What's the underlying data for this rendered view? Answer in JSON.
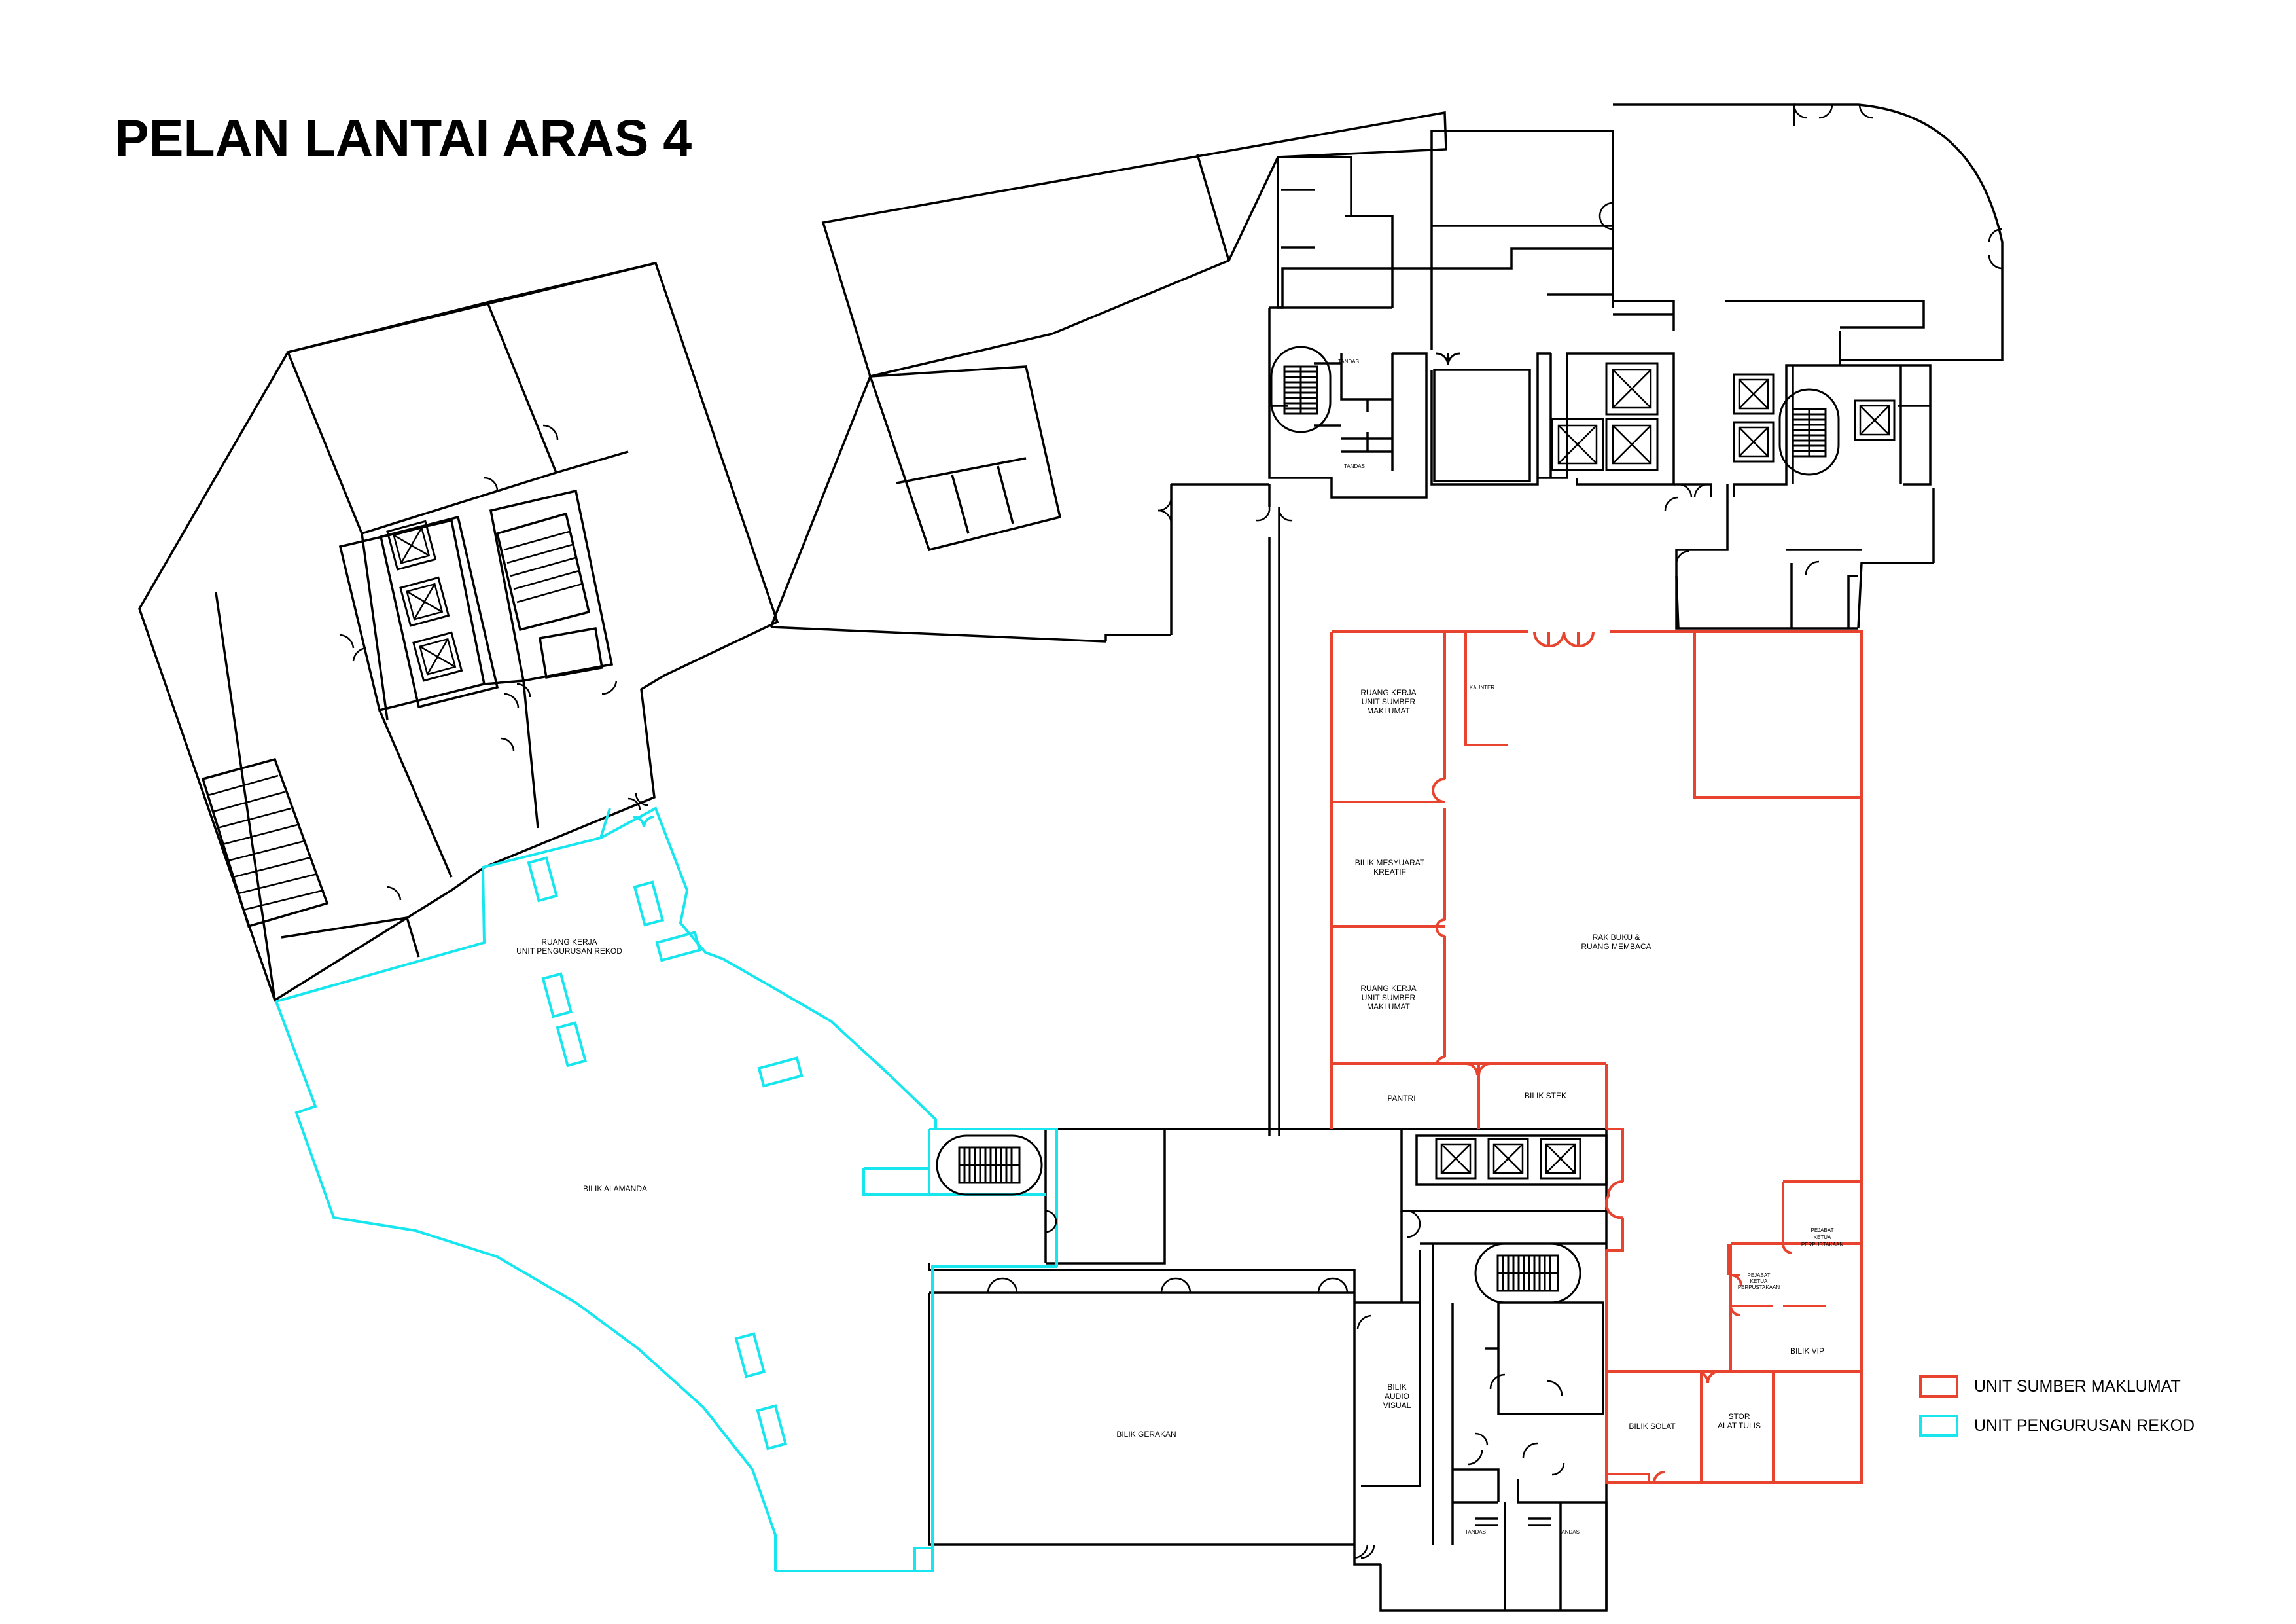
{
  "title": "PELAN LANTAI ARAS 4",
  "colors": {
    "wall": "#000000",
    "unit_sumber_maklumat": "#e8432e",
    "unit_pengurusan_rekod": "#18e6ef",
    "background": "#ffffff"
  },
  "rooms": {
    "ruang_kerja_usm_1": [
      "RUANG KERJA",
      "UNIT SUMBER",
      "MAKLUMAT"
    ],
    "kaunter": "KAUNTER",
    "bilik_mesyuarat": [
      "BILIK MESYUARAT",
      "KREATIF"
    ],
    "rak_buku": [
      "RAK BUKU &",
      "RUANG MEMBACA"
    ],
    "ruang_kerja_usm_2": [
      "RUANG KERJA",
      "UNIT SUMBER",
      "MAKLUMAT"
    ],
    "pantri": "PANTRI",
    "bilik_stek": "BILIK STEK",
    "pejabat_perpustakaan": [
      "PEJABAT",
      "KETUA",
      "PERPUSTAKAAN"
    ],
    "pejabat_perpustakaan_small": [
      "PEJABAT",
      "KETUA",
      "PERPUSTAKAAN"
    ],
    "bilik_vip": "BILIK VIP",
    "bilik_solat": "BILIK SOLAT",
    "stor": [
      "STOR",
      "ALAT TULIS"
    ],
    "ruang_kerja_upr": [
      "RUANG KERJA",
      "UNIT PENGURUSAN REKOD"
    ],
    "bilik_alamanda": "BILIK ALAMANDA",
    "bilik_gerakan": "BILIK GERAKAN",
    "bilik_audio_visual": [
      "BILIK",
      "AUDIO",
      "VISUAL"
    ],
    "tandas_1": "TANDAS",
    "tandas_2": "TANDAS",
    "tandas_3": "TANDAS",
    "tandas_4": "TANDAS"
  },
  "legend": {
    "items": [
      {
        "label": "UNIT SUMBER MAKLUMAT",
        "color": "#e8432e"
      },
      {
        "label": "UNIT PENGURUSAN REKOD",
        "color": "#18e6ef"
      }
    ]
  }
}
